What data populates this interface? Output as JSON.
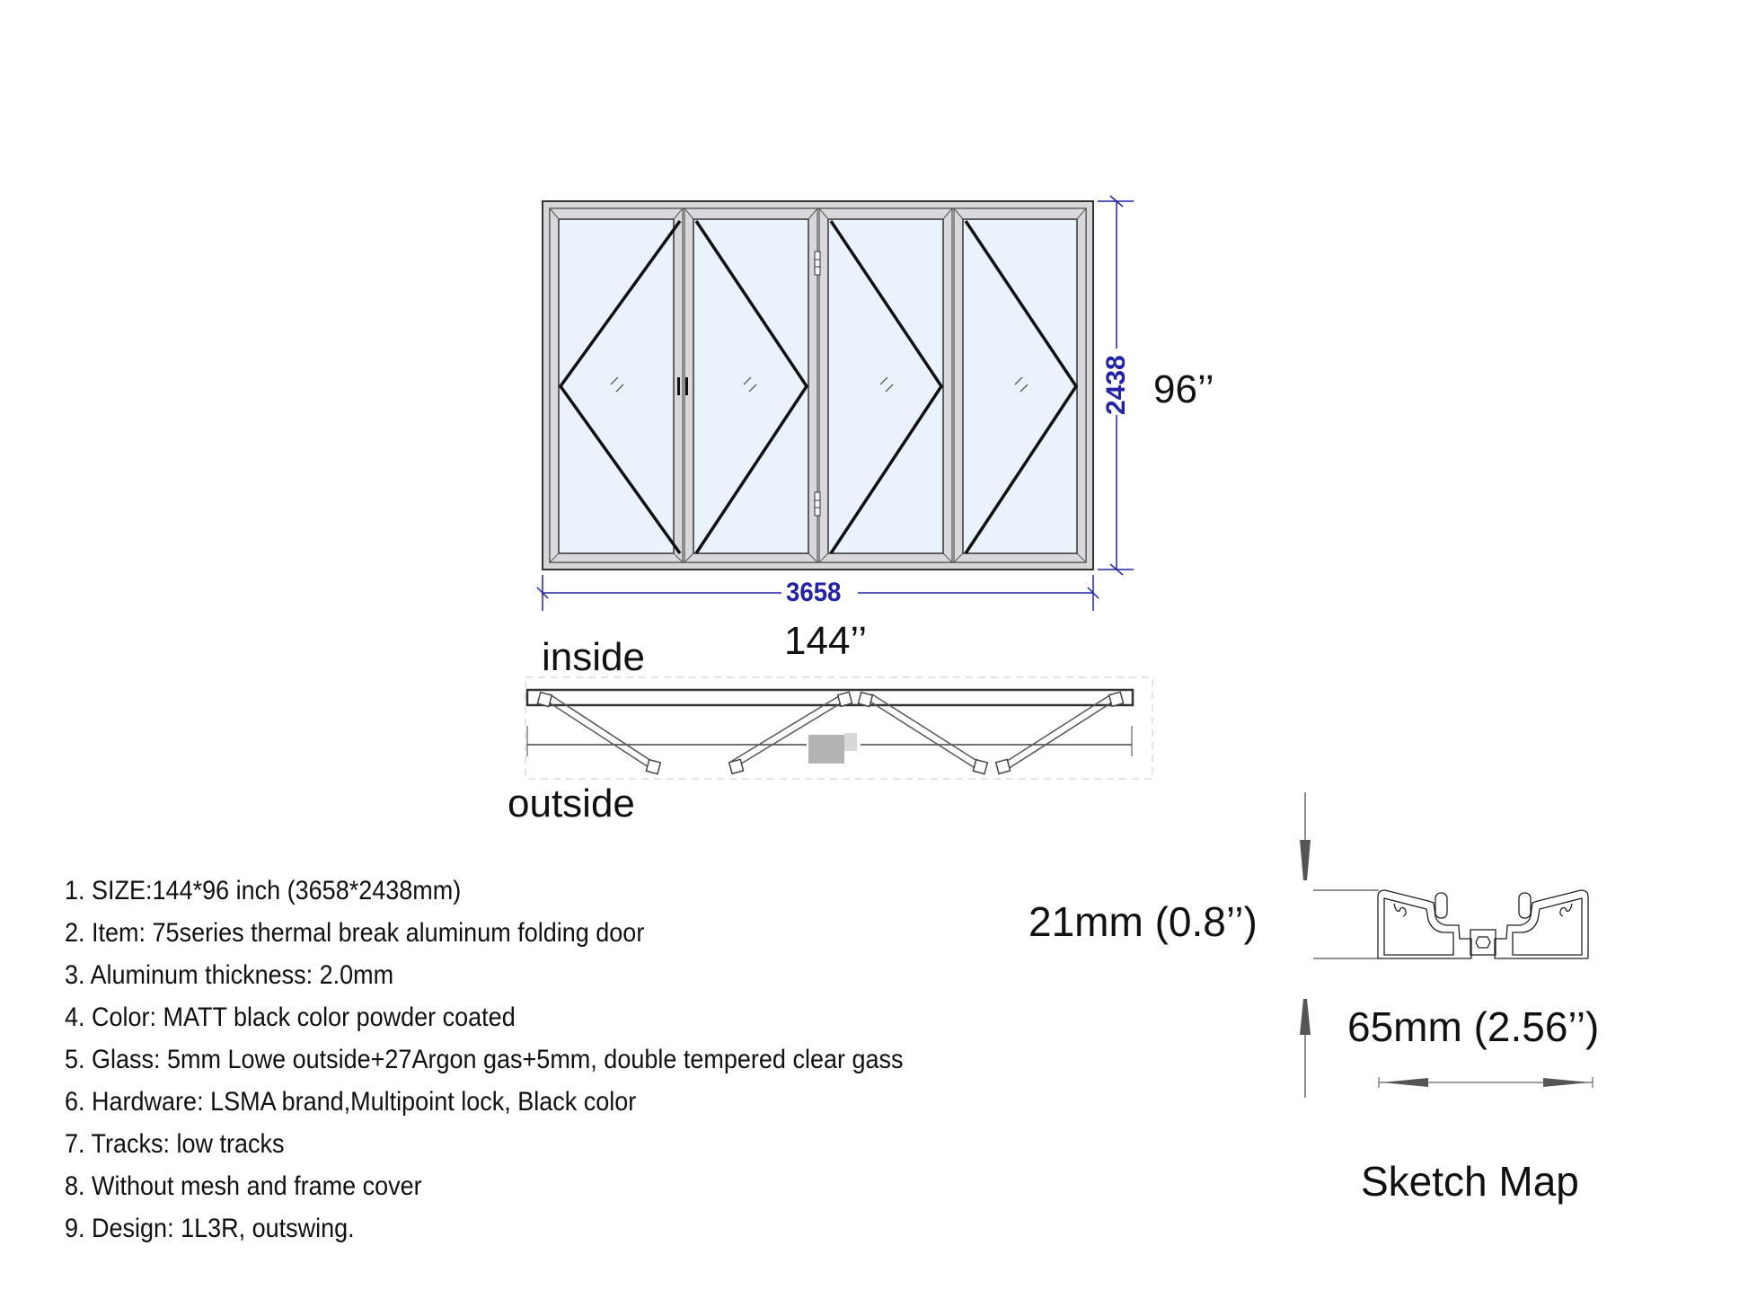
{
  "elevation": {
    "width_mm": "3658",
    "height_mm": "2438",
    "width_in": "144’’",
    "height_in": "96’’",
    "panels": 4,
    "dimension_color": "#2323a8",
    "frame_color": "#d6d6da",
    "glass_color": "#eaf3fc"
  },
  "plan": {
    "inside_label": "inside",
    "outside_label": "outside"
  },
  "profile": {
    "height_label": "21mm (0.8’’)",
    "width_label": "65mm (2.56’’)",
    "caption": "Sketch Map"
  },
  "specs": [
    "1. SIZE:144*96 inch (3658*2438mm)",
    "2. Item: 75series thermal break aluminum folding door",
    "3. Aluminum thickness: 2.0mm",
    "4. Color: MATT black color powder coated",
    "5. Glass: 5mm Lowe outside+27Argon gas+5mm, double tempered clear gass",
    "6. Hardware: LSMA brand,Multipoint lock, Black color",
    "7. Tracks: low tracks",
    "8. Without mesh and frame cover",
    "9. Design: 1L3R, outswing."
  ]
}
